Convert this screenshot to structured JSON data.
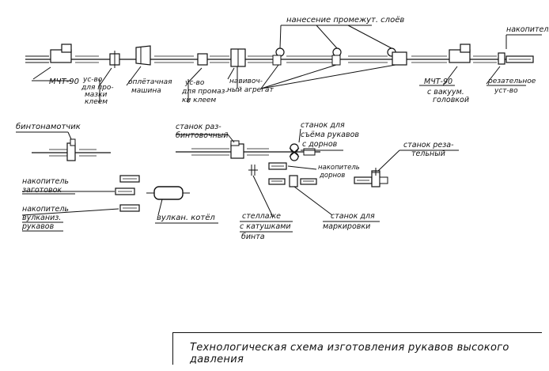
{
  "title": "Технологическая схема изготовления рукавов высокого давления",
  "labels": {
    "mcht_left": "МЧТ-90",
    "dev_adhesive_1": [
      "ус-во",
      "для про-",
      "мазки",
      "клеем"
    ],
    "braiding_machine": [
      "оплётачная",
      "машина"
    ],
    "dev_adhesive_2": [
      "ус-во",
      "для промаз-",
      "ки клеем"
    ],
    "winding_unit": [
      "навивоч-",
      "ный агрегат"
    ],
    "interlayer": "нанесение промежут. слоёв",
    "mcht_vacuum": [
      "МЧТ-90",
      "с вакуум.",
      "головкой"
    ],
    "cutting_device": [
      "резательное",
      "уст-во"
    ],
    "storage_top": "накопитель",
    "bandage_winder": "бинтонамотчик",
    "unwinding_machine": [
      "станок раз-",
      "бинтовочный"
    ],
    "mandrel_machine": [
      "станок для",
      "съёма рукавов",
      "с дорнов"
    ],
    "storage_mandrels": [
      "накопитель",
      "дорнов"
    ],
    "cutting_machine": [
      "станок реза-",
      "тельный"
    ],
    "storage_blanks": [
      "накопитель",
      "заготовок"
    ],
    "storage_vulcanized": [
      "накопитель",
      "вулканиз.",
      "рукавов"
    ],
    "vulcan_boiler": "вулкан. котёл",
    "rack_reels": [
      "стеллаже",
      "с катушками",
      "бинта"
    ],
    "marking_machine": [
      "станок для",
      "маркировки"
    ]
  }
}
